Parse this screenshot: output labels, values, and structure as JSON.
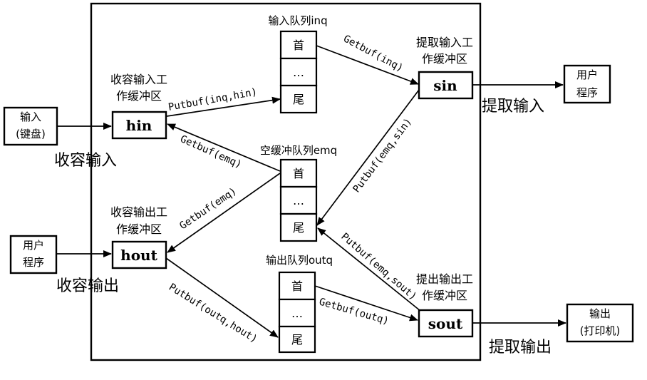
{
  "outside": {
    "input_device": [
      "输入",
      "(键盘)"
    ],
    "user_program_in": [
      "用户",
      "程序"
    ],
    "user_program_out": [
      "用户",
      "程序"
    ],
    "output_device": [
      "输出",
      "(打印机)"
    ]
  },
  "work_buffers": {
    "hin": {
      "name": "hin",
      "caption": [
        "收容输入工",
        "作缓冲区"
      ]
    },
    "hout": {
      "name": "hout",
      "caption": [
        "收容输出工",
        "作缓冲区"
      ]
    },
    "sin": {
      "name": "sin",
      "caption": [
        "提取输入工",
        "作缓冲区"
      ]
    },
    "sout": {
      "name": "sout",
      "caption": [
        "提出输出工",
        "作缓冲区"
      ]
    }
  },
  "queues": {
    "inq": {
      "title": "输入队列inq",
      "cells": [
        "首",
        "…",
        "尾"
      ]
    },
    "emq": {
      "title": "空缓冲队列emq",
      "cells": [
        "首",
        "…",
        "尾"
      ]
    },
    "outq": {
      "title": "输出队列outq",
      "cells": [
        "首",
        "…",
        "尾"
      ]
    }
  },
  "operations": {
    "collect_input": "收容输入",
    "collect_output": "收容输出",
    "extract_input": "提取输入",
    "extract_output": "提取输出"
  },
  "calls": {
    "putbuf_inq_hin": "Putbuf(inq,hin)",
    "getbuf_emq_hin": "Getbuf(emq)",
    "getbuf_emq_hout": "Getbuf(emq)",
    "putbuf_outq_hout": "Putbuf(outq,hout)",
    "getbuf_inq": "Getbuf(inq)",
    "putbuf_emq_sin": "Putbuf(emq,sin)",
    "putbuf_emq_sout": "Putbuf(emq,sout)",
    "getbuf_outq": "Getbuf(outq)"
  }
}
